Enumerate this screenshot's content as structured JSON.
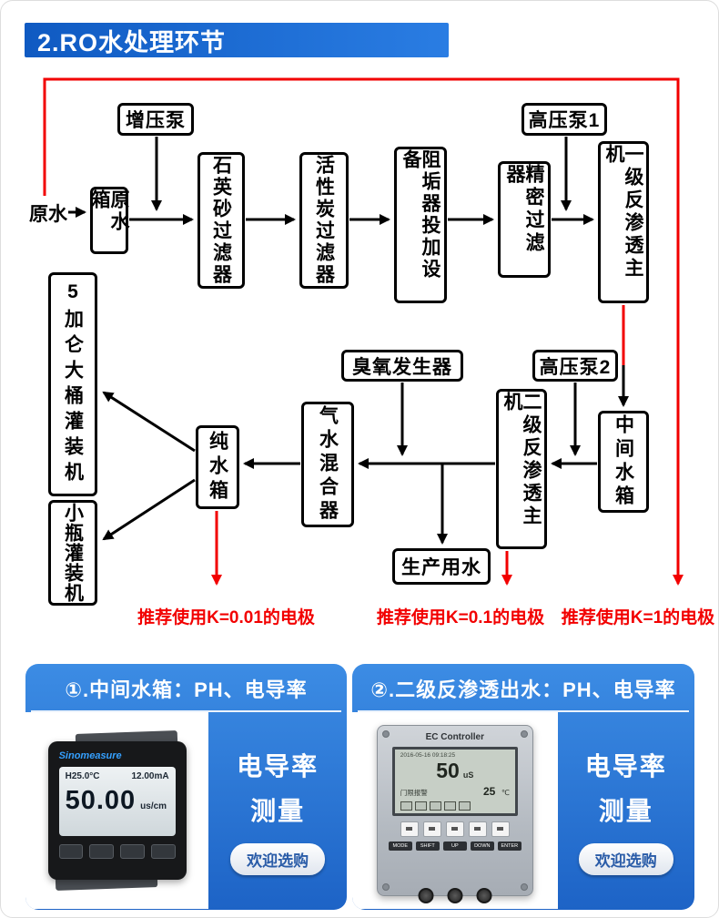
{
  "header": {
    "title": "2.RO水处理环节"
  },
  "colors": {
    "banner_blue": "#1b6fd2",
    "panel_blue": "#2f7fd6",
    "flow_red": "#f20000"
  },
  "flow": {
    "source": "原水",
    "nodes": {
      "raw_tank": "原水箱",
      "booster_pump": "增压泵",
      "quartz_sand_filter": "石英砂过滤器",
      "activated_carbon_filter": "活性炭过滤器",
      "antiscalant_dosing": "阻垢器投加设备",
      "precision_filter": "精密过滤器",
      "high_pressure_pump_1": "高压泵1",
      "ro_stage1": "一级反渗透主机",
      "high_pressure_pump_2": "高压泵2",
      "intermediate_tank": "中间水箱",
      "ro_stage2": "二级反渗透主机",
      "ozone_generator": "臭氧发生器",
      "gas_water_mixer": "气水混合器",
      "pure_water_tank": "纯水箱",
      "production_water": "生产用水",
      "gallon_filling_machine": "5加仑大桶灌装机",
      "bottle_filling_machine": "小瓶灌装机"
    },
    "annotations": {
      "k001": "推荐使用K=0.01的电极",
      "k01": "推荐使用K=0.1的电极",
      "k1": "推荐使用K=1的电极"
    }
  },
  "panels": [
    {
      "title": "①.中间水箱：PH、电导率",
      "measure_line1": "电导率",
      "measure_line2": "测量",
      "cta": "欢迎选购",
      "device": {
        "brand": "Sinomeasure",
        "temp": "H25.0°C",
        "current": "12.00mA",
        "reading": "50.00",
        "unit": "us/cm"
      }
    },
    {
      "title": "②.二级反渗透出水：PH、电导率",
      "measure_line1": "电导率",
      "measure_line2": "测量",
      "cta": "欢迎选购",
      "device": {
        "title": "EC Controller",
        "info": "2016-05-16 09:18:25",
        "reading": "50",
        "unit": "uS",
        "status": "门限报警",
        "temp": "25",
        "temp_unit": "℃",
        "keys": [
          "MODE",
          "SHIFT",
          "UP",
          "DOWN",
          "ENTER"
        ]
      }
    }
  ]
}
